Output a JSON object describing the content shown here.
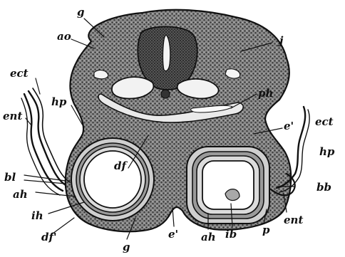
{
  "figure": {
    "labels": {
      "g_top": "g",
      "ao": "ao",
      "j": "j",
      "ect_left": "ect",
      "ent_left": "ent",
      "hp_left": "hp",
      "ph": "ph",
      "e_prime_right": "e'",
      "ect_right": "ect",
      "hp_right": "hp",
      "df": "df",
      "bl_left": "bl",
      "bb_right": "bb",
      "ah_left": "ah",
      "ih_left": "ih",
      "df_prime": "df'",
      "g_bottom": "g",
      "e_prime_bottom": "e'",
      "ah_bottom": "ah",
      "ib": "ib",
      "p": "p",
      "ent_right": "ent"
    }
  }
}
